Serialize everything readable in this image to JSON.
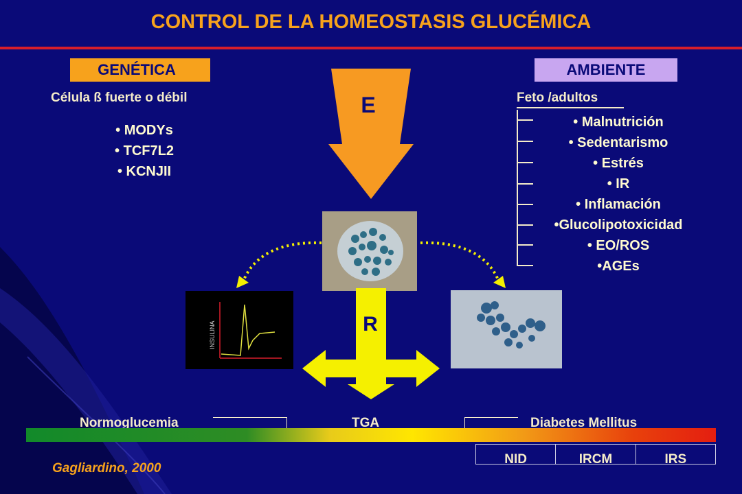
{
  "title": "CONTROL DE LA HOMEOSTASIS GLUCÉMICA",
  "genetica": {
    "tag": "GENÉTICA",
    "subtitle": "Célula ß fuerte o débil",
    "items": [
      "• MODYs",
      "• TCF7L2",
      "• KCNJII"
    ]
  },
  "ambiente": {
    "tag": "AMBIENTE",
    "subtitle": "Feto /adultos",
    "items": [
      "• Malnutrición",
      "• Sedentarismo",
      "• Estrés",
      "• IR",
      "• Inflamación",
      "•Glucolipotoxicidad",
      "• EO/ROS",
      "•AGEs"
    ]
  },
  "arrows": {
    "down_label": "E",
    "cross_label": "R"
  },
  "graph": {
    "ylabel": "INSULINA"
  },
  "stages": {
    "normo": "Normoglucemia",
    "tga": "TGA",
    "dm": "Diabetes Mellitus"
  },
  "dm_types": [
    "NID",
    "IRCM",
    "IRS"
  ],
  "citation": "Gagliardino, 2000",
  "colors": {
    "background": "#0a0a78",
    "title": "#f7a21c",
    "rule": "#d81e2a",
    "genetica_tag": "#f7a21c",
    "ambiente_tag": "#c8a6f0",
    "arrow_orange": "#f79a22",
    "arrow_yellow": "#f5f000"
  }
}
